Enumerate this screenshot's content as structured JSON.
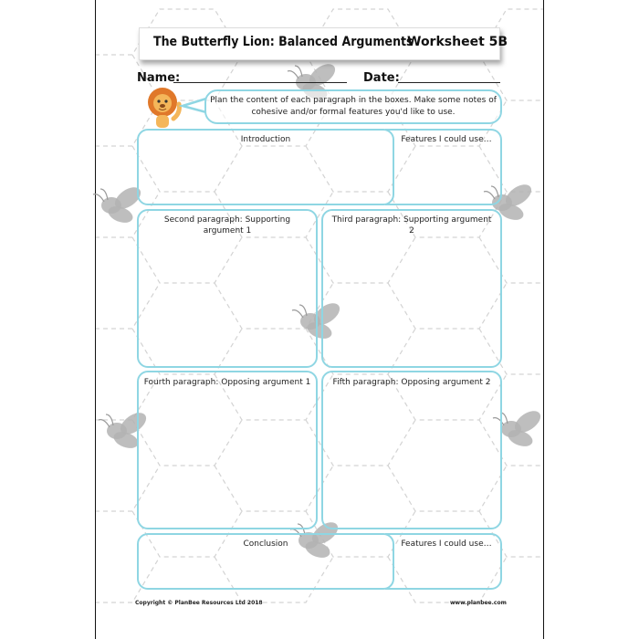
{
  "header": {
    "title": "The Butterfly Lion: Balanced Arguments",
    "worksheet": "Worksheet 5B"
  },
  "fields": {
    "name_label": "Name:",
    "date_label": "Date:"
  },
  "instructions": "Plan the content of each paragraph in the boxes. Make some notes of cohesive and/or formal features you'd like to use.",
  "boxes": {
    "introduction": "Introduction",
    "features_top": "Features I could use…",
    "second_line1": "Second paragraph: Supporting",
    "second_line2": "argument 1",
    "third_line1": "Third paragraph: Supporting argument",
    "third_line2": "2",
    "fourth": "Fourth paragraph: Opposing argument 1",
    "fifth": "Fifth paragraph: Opposing argument 2",
    "conclusion": "Conclusion",
    "features_bottom": "Features I could use…"
  },
  "footer": {
    "copyright": "Copyright © PlanBee Resources Ltd 2018",
    "website": "www.planbee.com"
  },
  "colors": {
    "box_border": "#8fd6e3",
    "watermark": "#b3b3b3",
    "lion_mane": "#e0782a"
  },
  "icons": [
    "lion-icon",
    "butterfly-watermark-icon"
  ]
}
